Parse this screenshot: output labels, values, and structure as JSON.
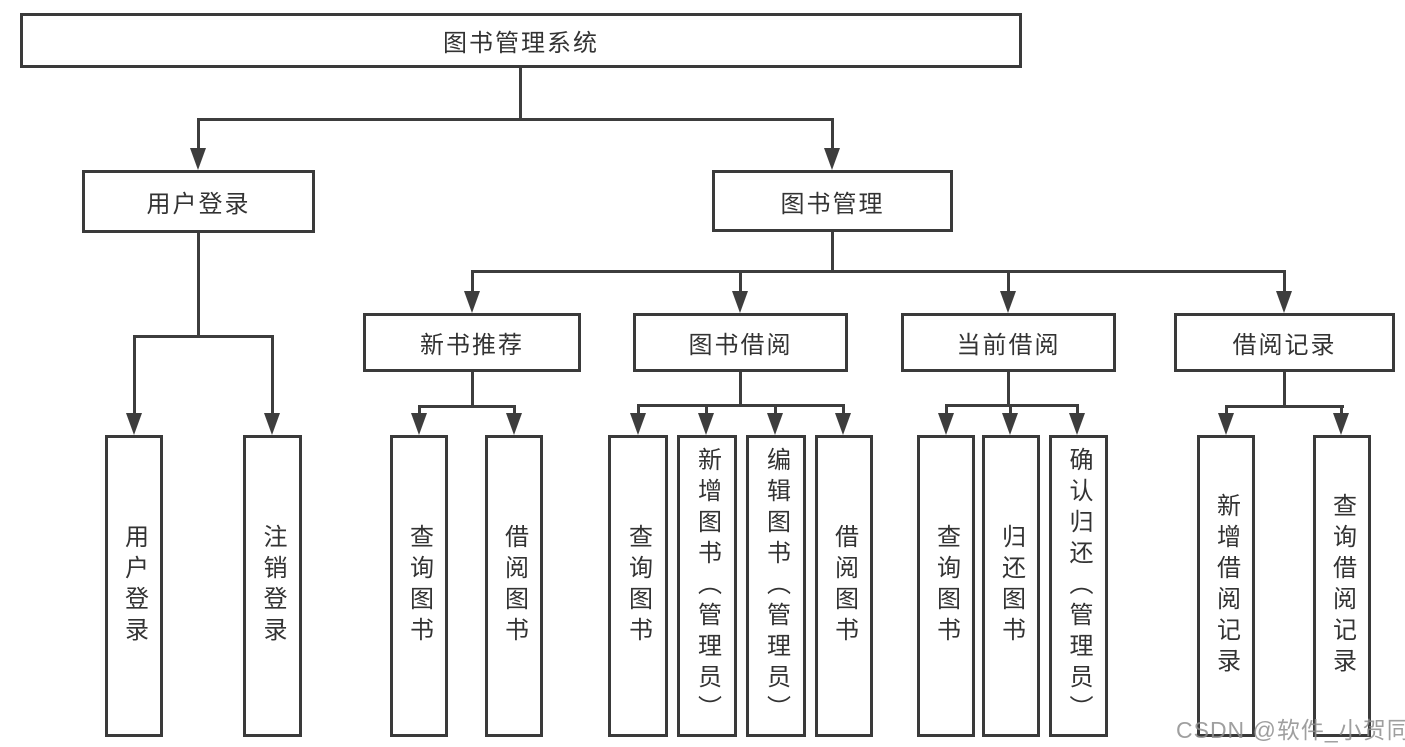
{
  "diagram": {
    "type": "hierarchy-flowchart",
    "colors": {
      "line": "#3d3d3d",
      "box_border": "#3a3a3a",
      "text": "#333333",
      "background": "#ffffff",
      "watermark": "#8f8f8f"
    },
    "watermark": "CSDN @软件_小贺同学",
    "tree": {
      "label": "图书管理系统",
      "children": [
        {
          "label": "用户登录",
          "children": [
            {
              "label": "用户登录"
            },
            {
              "label": "注销登录"
            }
          ]
        },
        {
          "label": "图书管理",
          "children": [
            {
              "label": "新书推荐",
              "children": [
                {
                  "label": "查询图书"
                },
                {
                  "label": "借阅图书"
                }
              ]
            },
            {
              "label": "图书借阅",
              "children": [
                {
                  "label": "查询图书"
                },
                {
                  "label": "新增图书（管理员）"
                },
                {
                  "label": "编辑图书（管理员）"
                },
                {
                  "label": "借阅图书"
                }
              ]
            },
            {
              "label": "当前借阅",
              "children": [
                {
                  "label": "查询图书"
                },
                {
                  "label": "归还图书"
                },
                {
                  "label": "确认归还（管理员）"
                }
              ]
            },
            {
              "label": "借阅记录",
              "children": [
                {
                  "label": "新增借阅记录"
                },
                {
                  "label": "查询借阅记录"
                }
              ]
            }
          ]
        }
      ]
    }
  }
}
